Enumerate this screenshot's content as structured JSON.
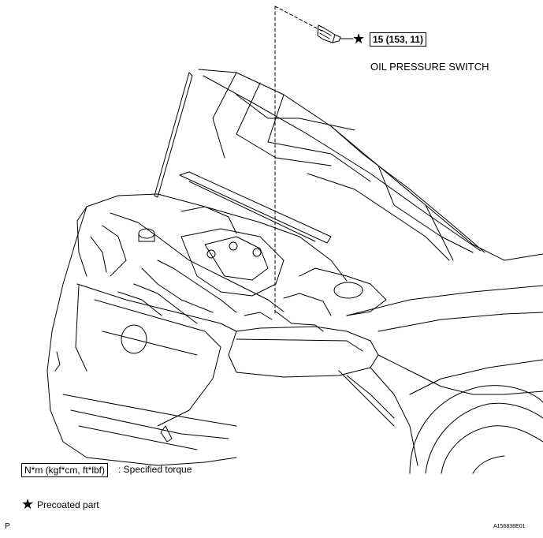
{
  "callout": {
    "torque_value": "15 (153, 11)",
    "part_label": "OIL PRESSURE SWITCH"
  },
  "legend": {
    "torque_unit_box": "N*m (kgf*cm, ft*lbf)",
    "torque_desc": ": Specified torque",
    "star_symbol": "★",
    "precoated_desc": "Precoated part"
  },
  "footer": {
    "left_code": "P",
    "figure_id": "A156838E01"
  },
  "icons": {
    "precoat_star": "star-icon",
    "switch": "oil-pressure-switch-icon"
  }
}
